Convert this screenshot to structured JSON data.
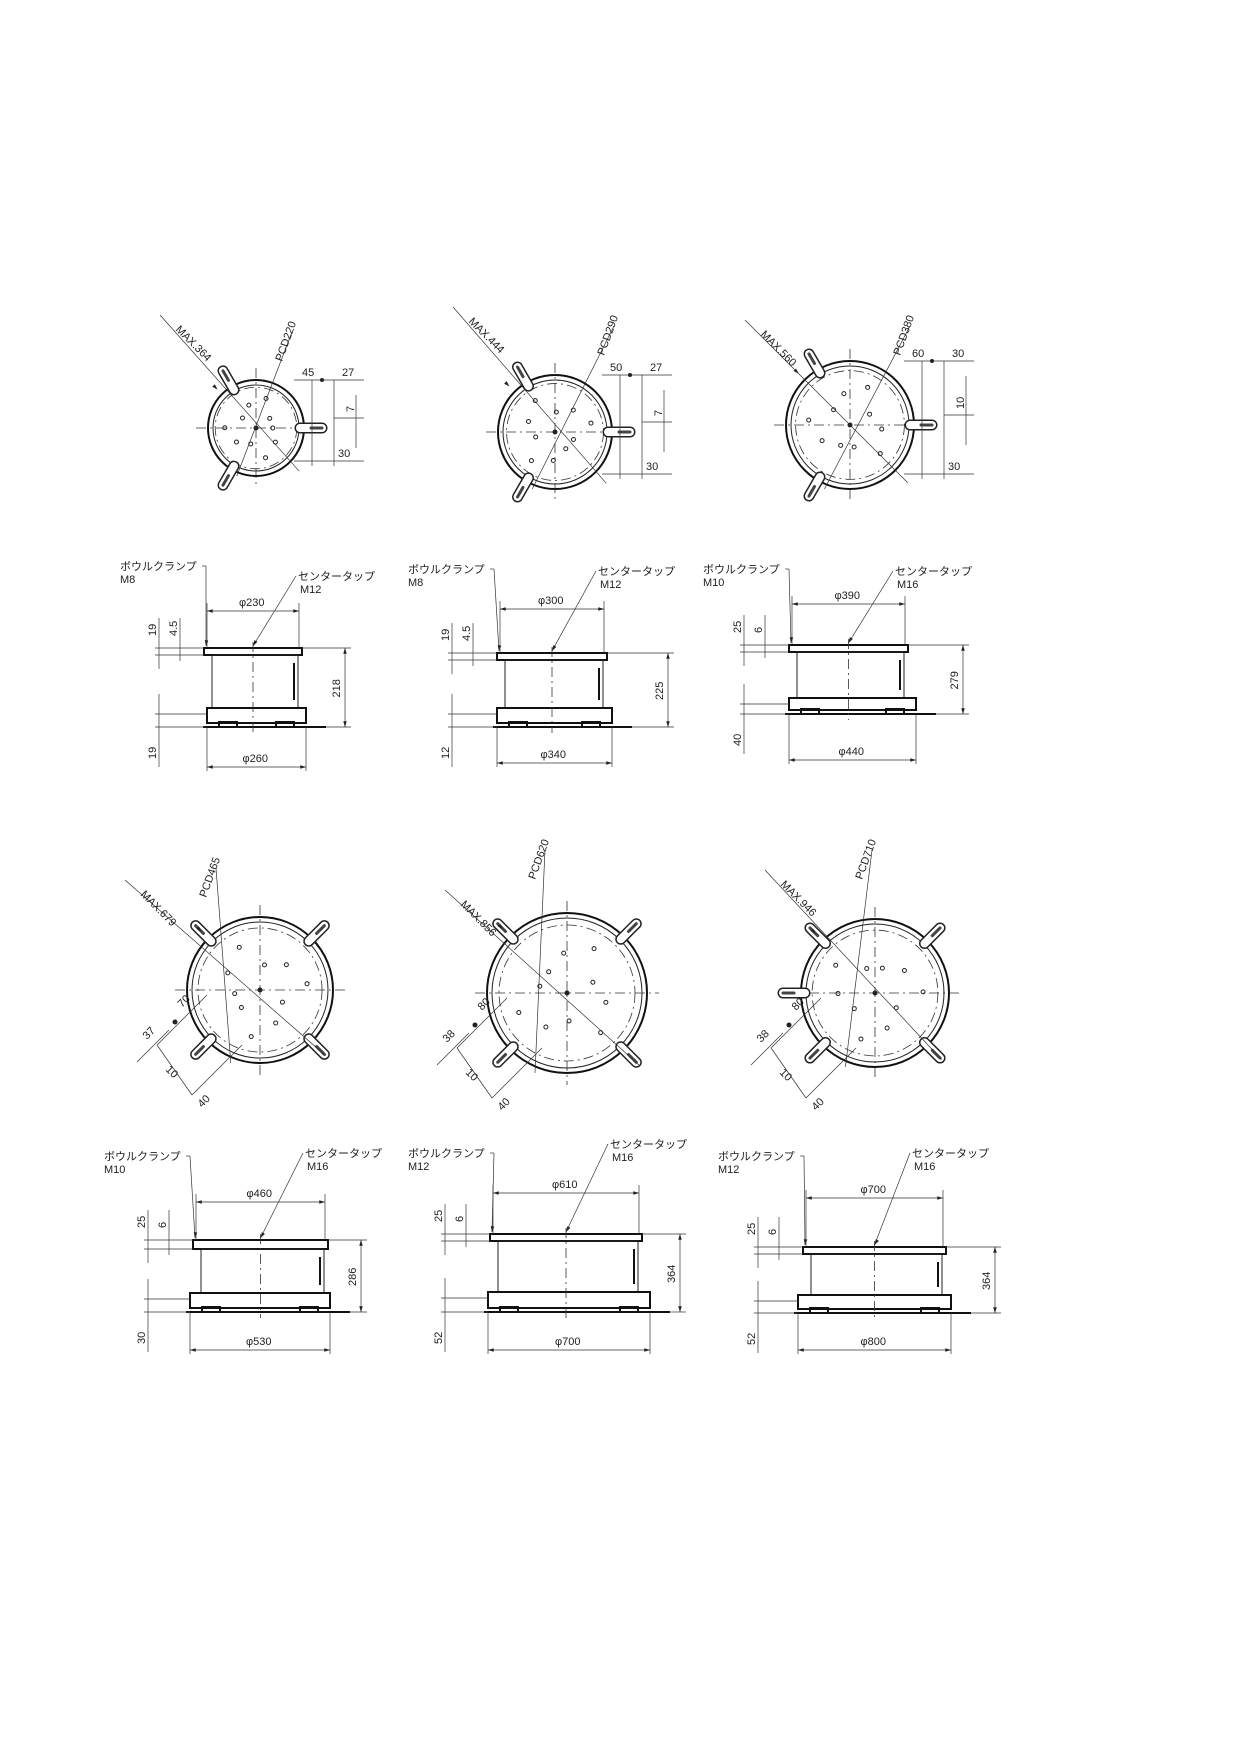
{
  "labels": {
    "bowl_clamp": "ボウルクランプ",
    "center_tap": "センタータップ"
  },
  "units": [
    {
      "plan": {
        "max": "MAX.364",
        "pcd": "PCD220",
        "d1": "45",
        "d2": "27",
        "d3": "7",
        "d4": "30"
      },
      "side": {
        "clamp_size": "M8",
        "tap_size": "M12",
        "top_dia": "φ230",
        "h_top": "19",
        "h_plate": "4.5",
        "h_total": "218",
        "h_base": "19",
        "base_dia": "φ260"
      }
    },
    {
      "plan": {
        "max": "MAX.444",
        "pcd": "PCD290",
        "d1": "50",
        "d2": "27",
        "d3": "7",
        "d4": "30"
      },
      "side": {
        "clamp_size": "M8",
        "tap_size": "M12",
        "top_dia": "φ300",
        "h_top": "19",
        "h_plate": "4.5",
        "h_total": "225",
        "h_base": "12",
        "base_dia": "φ340"
      }
    },
    {
      "plan": {
        "max": "MAX.560",
        "pcd": "PCD380",
        "d1": "60",
        "d2": "30",
        "d3": "10",
        "d4": "30"
      },
      "side": {
        "clamp_size": "M10",
        "tap_size": "M16",
        "top_dia": "φ390",
        "h_top": "25",
        "h_plate": "6",
        "h_total": "279",
        "h_base": "40",
        "base_dia": "φ440"
      }
    },
    {
      "plan": {
        "max": "MAX.679",
        "pcd": "PCD465",
        "d1": "70",
        "d2": "37",
        "d3": "10",
        "d4": "40"
      },
      "side": {
        "clamp_size": "M10",
        "tap_size": "M16",
        "top_dia": "φ460",
        "h_top": "25",
        "h_plate": "6",
        "h_total": "286",
        "h_base": "30",
        "base_dia": "φ530"
      }
    },
    {
      "plan": {
        "max": "MAX.856",
        "pcd": "PCD620",
        "d1": "80",
        "d2": "38",
        "d3": "10",
        "d4": "40"
      },
      "side": {
        "clamp_size": "M12",
        "tap_size": "M16",
        "top_dia": "φ610",
        "h_top": "25",
        "h_plate": "6",
        "h_total": "364",
        "h_base": "52",
        "base_dia": "φ700"
      }
    },
    {
      "plan": {
        "max": "MAX.946",
        "pcd": "PCD710",
        "d1": "80",
        "d2": "38",
        "d3": "10",
        "d4": "40"
      },
      "side": {
        "clamp_size": "M12",
        "tap_size": "M16",
        "top_dia": "φ700",
        "h_top": "25",
        "h_plate": "6",
        "h_total": "364",
        "h_base": "52",
        "base_dia": "φ800"
      }
    }
  ]
}
